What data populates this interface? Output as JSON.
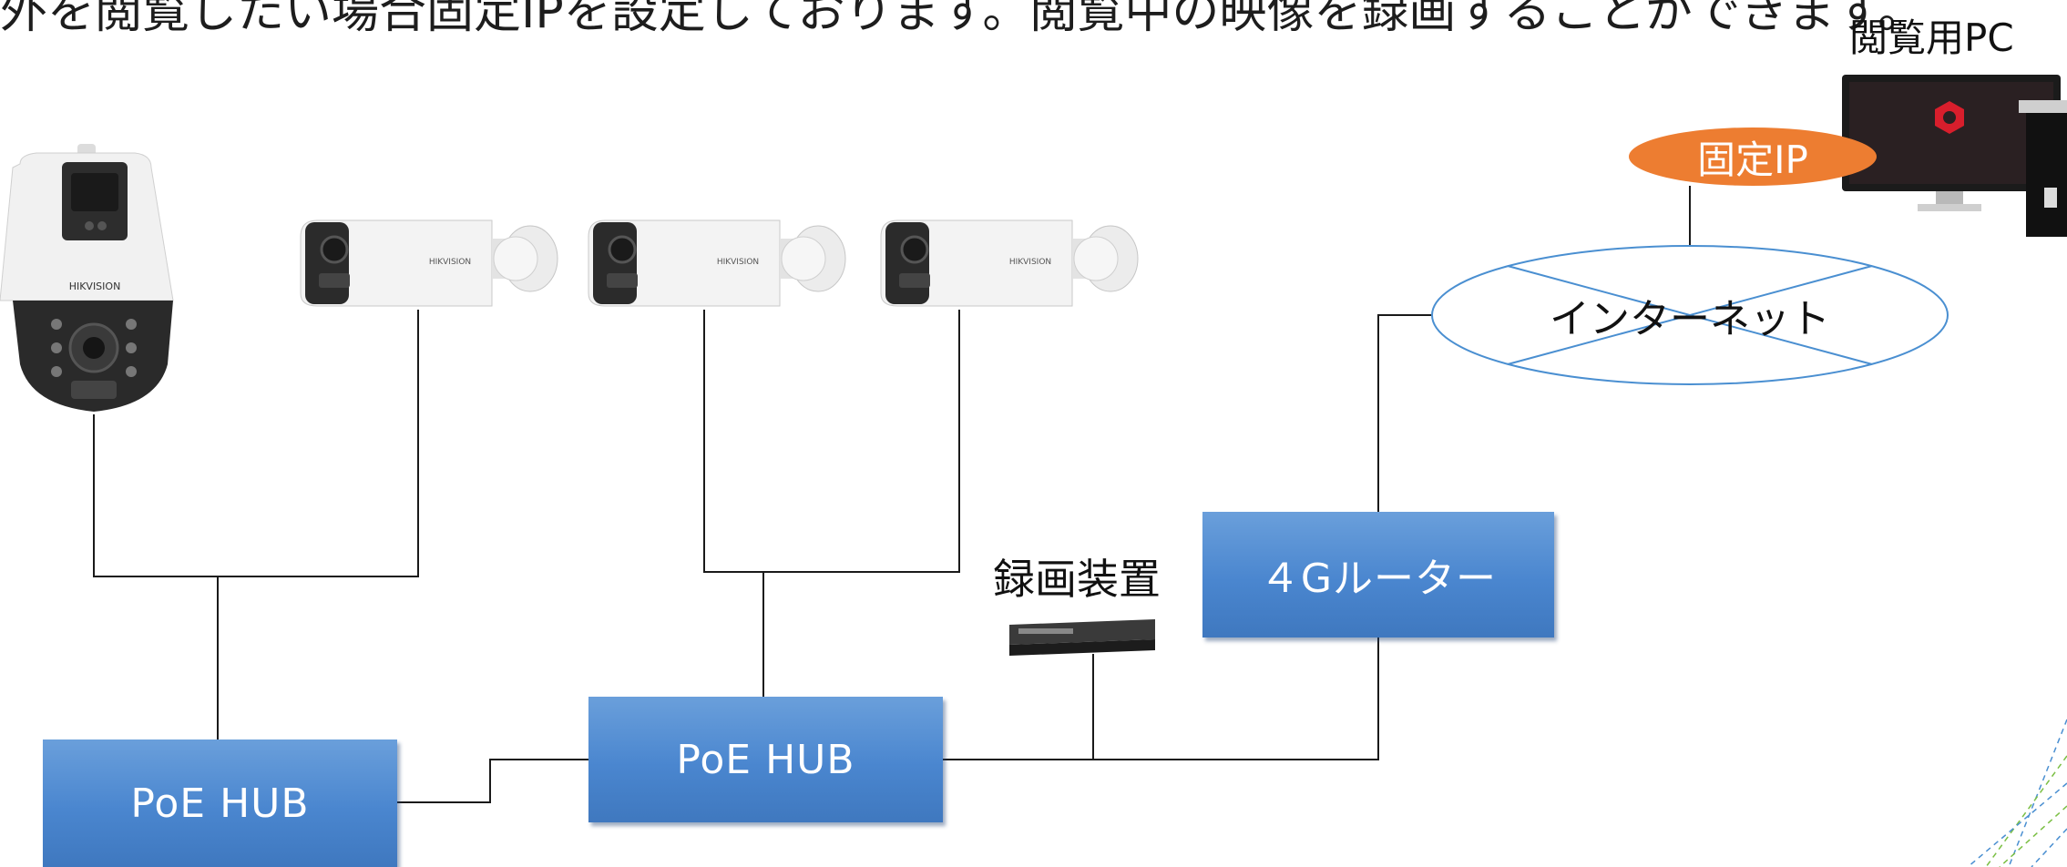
{
  "top_text": "外を閲覧したい場合固定IPを設定しております。閲覧中の映像を録画することができます。",
  "viewer_pc": {
    "label": "閲覧用PC"
  },
  "static_ip": {
    "label": "固定IP"
  },
  "internet": {
    "label": "インターネット"
  },
  "router": {
    "label": "４Gルーター"
  },
  "recorder": {
    "label": "録画装置"
  },
  "hub_left": {
    "label": "PoE HUB"
  },
  "hub_center": {
    "label": "PoE HUB"
  },
  "camera_brand": "HIKVISION",
  "colors": {
    "box_blue": "#4a86cf",
    "static_ip_orange": "#ed7d31",
    "internet_outline": "#4a8fd1",
    "line": "#1a1a1a"
  }
}
